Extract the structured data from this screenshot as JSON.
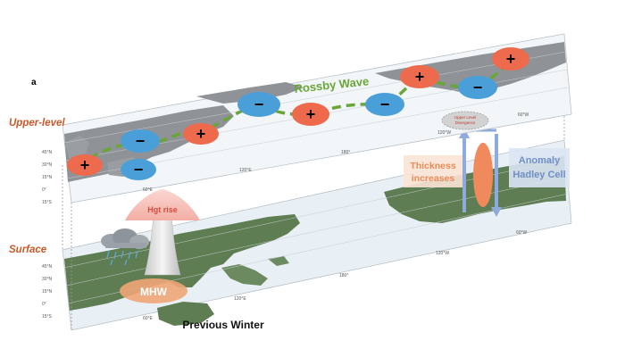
{
  "panel_label": "a",
  "layers": {
    "upper": "Upper-level",
    "surface": "Surface"
  },
  "rossby_label": "Rossby Wave",
  "anomalies": [
    {
      "sign": "+",
      "kind": "positive"
    },
    {
      "sign": "−",
      "kind": "negative"
    },
    {
      "sign": "−",
      "kind": "negative"
    },
    {
      "sign": "+",
      "kind": "positive"
    },
    {
      "sign": "−",
      "kind": "negative"
    },
    {
      "sign": "+",
      "kind": "positive"
    },
    {
      "sign": "−",
      "kind": "negative"
    },
    {
      "sign": "+",
      "kind": "positive"
    },
    {
      "sign": "−",
      "kind": "negative"
    },
    {
      "sign": "+",
      "kind": "positive"
    }
  ],
  "hgt_rise": "Hgt rise",
  "mhw": "MHW",
  "upper_divergence": [
    "Upper Level",
    "Divergence"
  ],
  "thickness": [
    "Thickness",
    "increases"
  ],
  "hadley": [
    "Anomaly",
    "Hadley Cell"
  ],
  "caption": "Previous Winter",
  "lat_ticks": [
    "45°N",
    "30°N",
    "15°N",
    "0°",
    "15°S"
  ],
  "lon_ticks_upper": [
    "60°E",
    "120°E",
    "180°",
    "120°W",
    "60°W"
  ],
  "lon_ticks_lower": [
    "60°E",
    "120°E",
    "180°",
    "120°W",
    "60°W"
  ],
  "colors": {
    "positive": "#ee6a4c",
    "negative": "#4b9fd8",
    "rossby": "#6aa53a",
    "layer_label": "#c8592a",
    "land_upper": "#8e9296",
    "land_lower": "#5f7f52",
    "ocean": "#eef3f7"
  }
}
